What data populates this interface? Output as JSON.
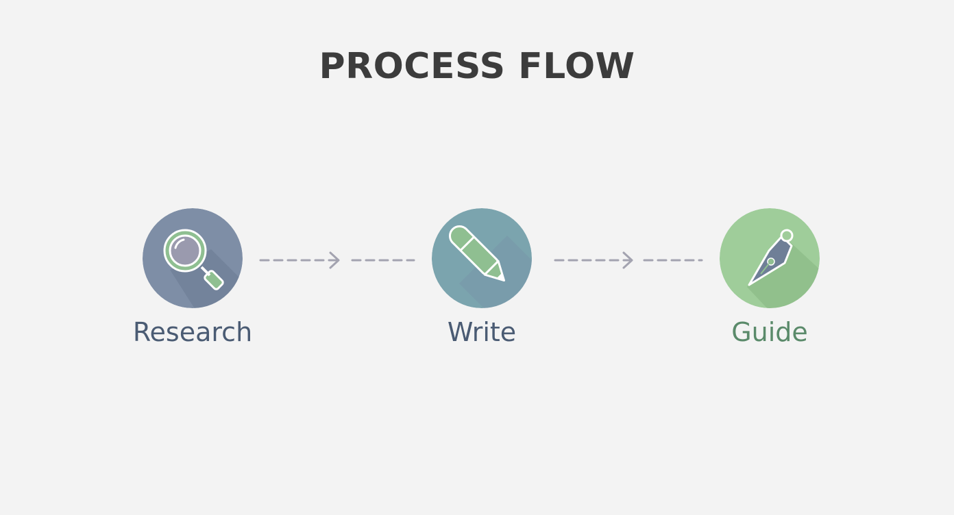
{
  "title": "PROCESS FLOW",
  "steps": [
    {
      "label": "Research",
      "icon": "magnifying-glass-icon",
      "circle_color": "#7e8ea6",
      "label_color": "#4a5b73"
    },
    {
      "label": "Write",
      "icon": "pencil-icon",
      "circle_color": "#7ba4ae",
      "label_color": "#4a5b73"
    },
    {
      "label": "Guide",
      "icon": "pen-nib-icon",
      "circle_color": "#9fcd9a",
      "label_color": "#5a8a6a"
    }
  ],
  "connector_color": "#a3a3b0"
}
